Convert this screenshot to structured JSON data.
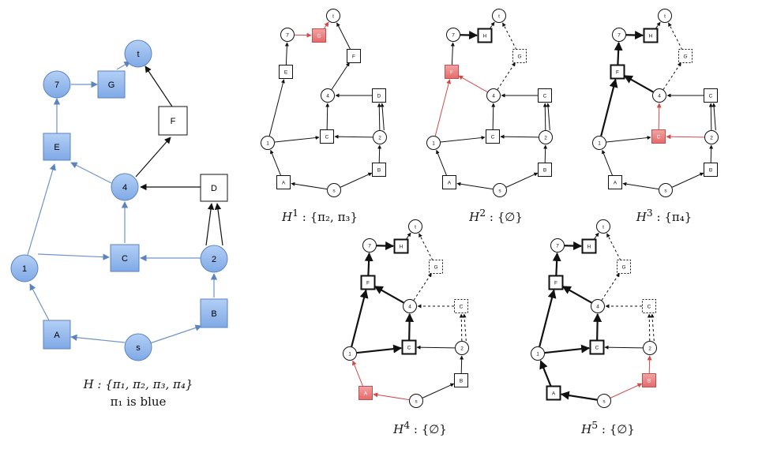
{
  "colors": {
    "blue_fill": "#8eb6ec",
    "blue_stroke": "#5b83bf",
    "blue_edge": "#6f93c6",
    "red_fill": "#ec7b7b",
    "red_stroke": "#c0504d",
    "red_edge": "#d04a4a",
    "black": "#111111"
  },
  "main_graph": {
    "caption_line1": "H : {π₁, π₂, π₃, π₄}",
    "caption_line2": "π₁ is blue"
  },
  "subgraphs": [
    {
      "id": "H1",
      "caption_sup": "1",
      "caption_set": "{π₂, π₃}",
      "highlight": "G",
      "bold_nodes": [],
      "dashed_nodes": [],
      "variant": "A"
    },
    {
      "id": "H2",
      "caption_sup": "2",
      "caption_set": "{∅}",
      "highlight": "F",
      "bold_nodes": [
        "H"
      ],
      "dashed_nodes": [
        "G"
      ],
      "variant": "B"
    },
    {
      "id": "H3",
      "caption_sup": "3",
      "caption_set": "{π₄}",
      "highlight": "C",
      "bold_nodes": [
        "F",
        "H"
      ],
      "dashed_nodes": [
        "G"
      ],
      "variant": "C"
    },
    {
      "id": "H4",
      "caption_sup": "4",
      "caption_set": "{∅}",
      "highlight": "A",
      "bold_nodes": [
        "F",
        "H",
        "C"
      ],
      "dashed_nodes": [
        "G",
        "C2"
      ],
      "variant": "D"
    },
    {
      "id": "H5",
      "caption_sup": "5",
      "caption_set": "{∅}",
      "highlight": "B",
      "bold_nodes": [
        "F",
        "H",
        "C",
        "A"
      ],
      "dashed_nodes": [
        "G",
        "C2"
      ],
      "variant": "E"
    }
  ],
  "node_labels": {
    "s": "s",
    "t": "t",
    "one": "1",
    "two": "2",
    "four": "4",
    "seven": "7",
    "A": "A",
    "B": "B",
    "C": "C",
    "D": "D",
    "E": "E",
    "F": "F",
    "G": "G",
    "H": "H"
  }
}
